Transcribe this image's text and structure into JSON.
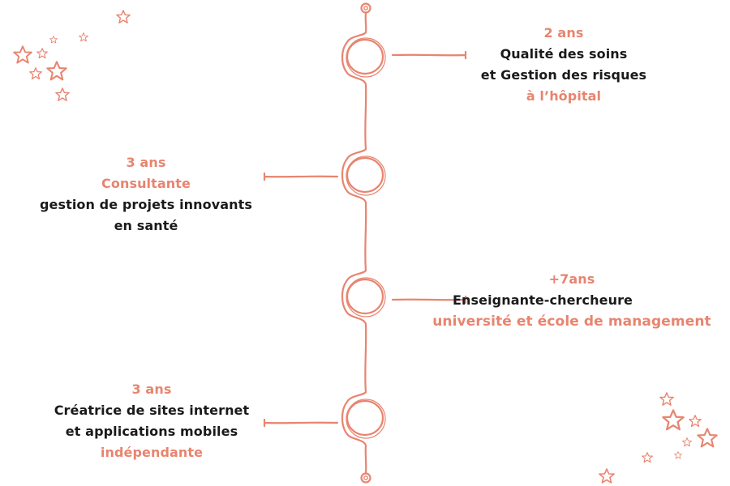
{
  "colors": {
    "accent": "#e8846f",
    "text": "#1a1a1a",
    "background": "#ffffff"
  },
  "timeline": [
    {
      "duration": "2 ans",
      "title_lines": [
        "Qualité des soins",
        "et Gestion des risques"
      ],
      "subtitle": "à l’hôpital",
      "side": "right"
    },
    {
      "duration": "3 ans",
      "role": "Consultante",
      "title_lines": [
        "gestion de projets innovants",
        "en santé"
      ],
      "side": "left"
    },
    {
      "duration": "+7ans",
      "title_lines": [
        "Enseignante-chercheure"
      ],
      "subtitle": "université et école de management",
      "side": "right"
    },
    {
      "duration": "3 ans",
      "title_lines": [
        "Créatrice de sites internet",
        "et applications mobiles"
      ],
      "subtitle": "indépendante",
      "side": "left"
    }
  ],
  "decorations": {
    "top_left": "star-cluster",
    "bottom_right": "star-cluster"
  }
}
